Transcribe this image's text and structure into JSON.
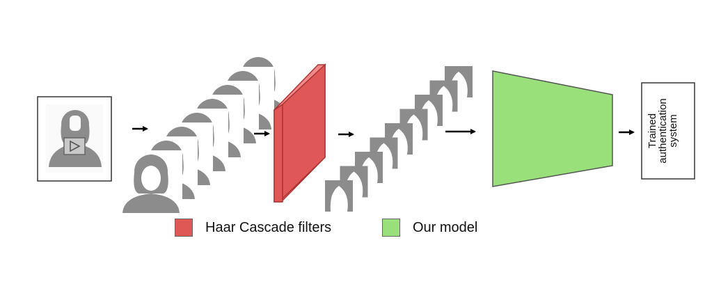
{
  "legend": {
    "items": [
      {
        "label": "Haar Cascade filters",
        "color": "#e05757"
      },
      {
        "label": "Our model",
        "color": "#99e07a"
      }
    ]
  },
  "output_box": {
    "lines": [
      "Trained",
      "authentication",
      "system"
    ]
  },
  "colors": {
    "filter_front": "#e05757",
    "filter_side": "#ee7777",
    "filter_edge": "#b03333",
    "model_fill": "#99e07a",
    "model_edge": "#555555",
    "face_gray": "#8c8c8c",
    "arrow": "#000000"
  },
  "icons": [
    "video-face-icon",
    "face-frame-icon",
    "cropped-face-icon",
    "arrow-icon"
  ]
}
